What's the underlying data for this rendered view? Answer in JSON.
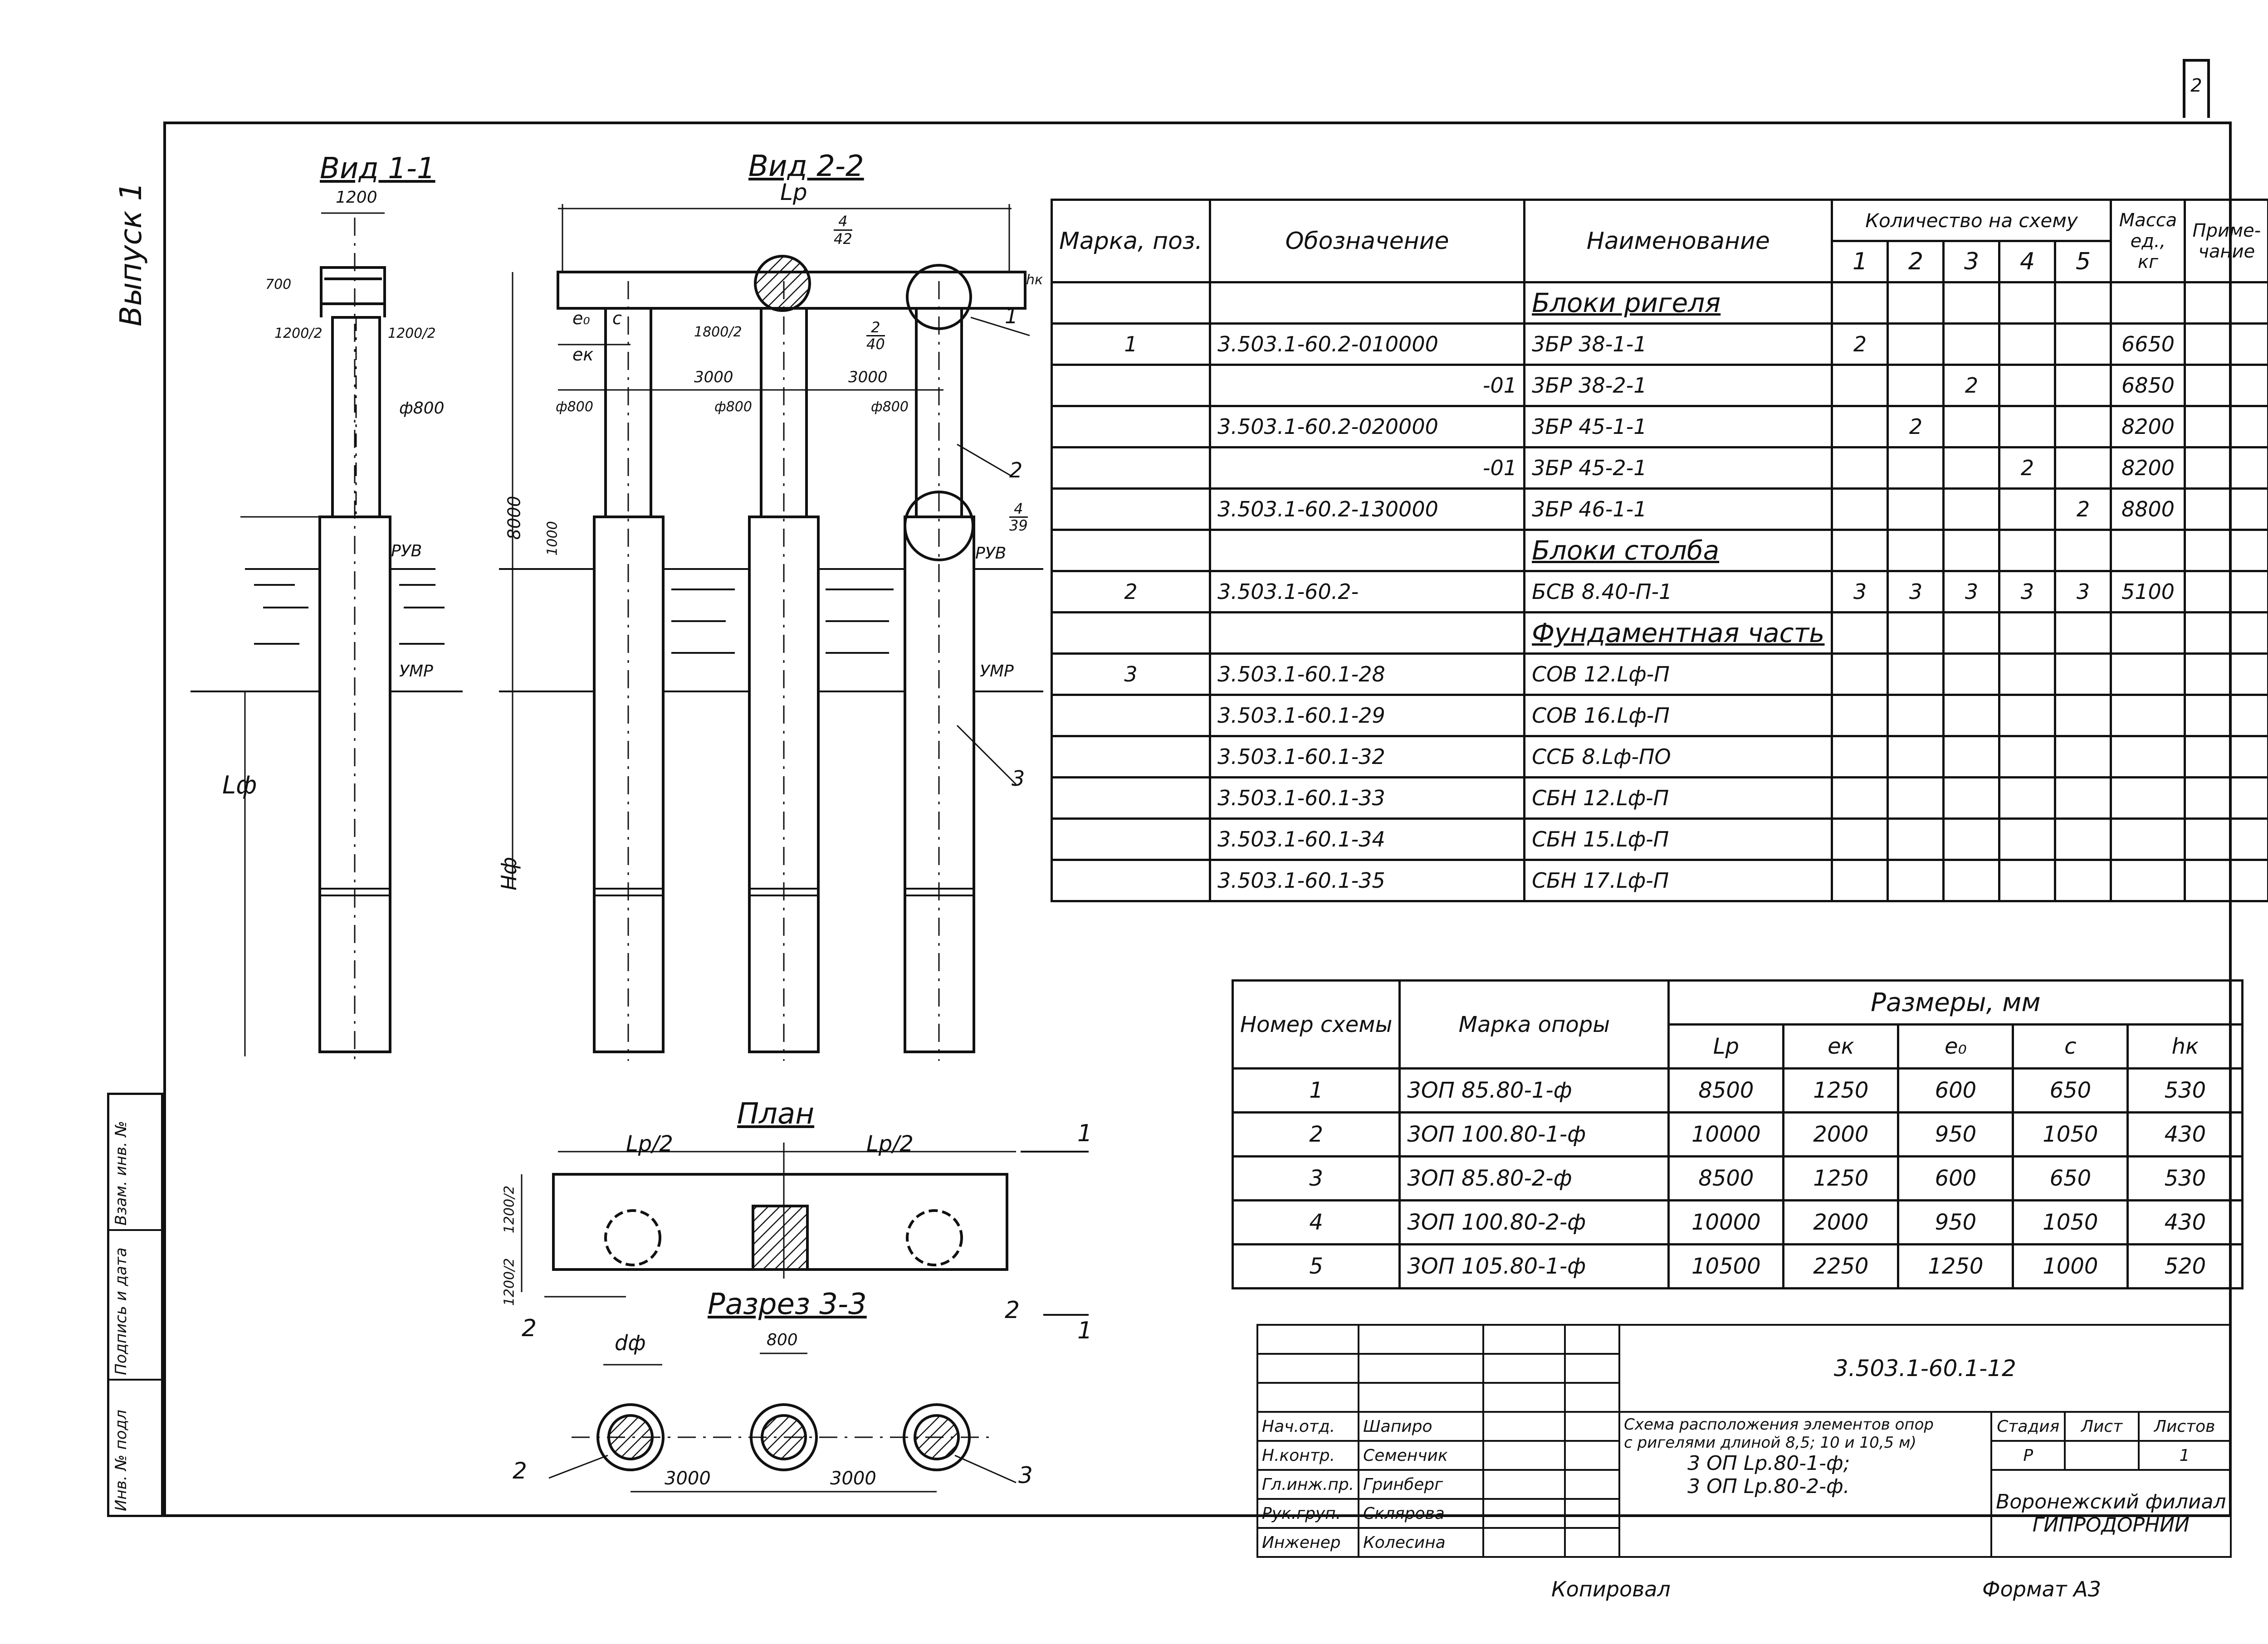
{
  "sheet_mark": "2",
  "vertical_label": "Выпуск 1",
  "side_stamp": [
    "Инв. № подл",
    "Подпись и дата",
    "Взам. инв. №"
  ],
  "view1": {
    "title": "Вид 1-1",
    "width": "1200",
    "h700": "700",
    "left": "1200/2",
    "right": "1200/2",
    "diam": "ф800",
    "ruv": "РУВ",
    "umr": "УМР",
    "lf": "Lф"
  },
  "view2": {
    "title": "Вид 2-2",
    "lp": "Lр",
    "callout_top": [
      "4",
      "42"
    ],
    "hk": "hк",
    "e0": "е₀",
    "c": "с",
    "ek": "ек",
    "d1": "1800/2",
    "call2": [
      "2",
      "40"
    ],
    "s1": "3000",
    "s2": "3000",
    "diam1": "ф800",
    "diam2": "ф800",
    "diam3": "ф800",
    "h8000": "8000",
    "h1000": "1000",
    "ruv": "РУВ",
    "umr": "УМР",
    "hf": "Нф",
    "call_1": "1",
    "call_2": "2",
    "call_3": "3",
    "call_4": [
      "4",
      "39"
    ]
  },
  "plan": {
    "title": "План",
    "lp_half_1": "Lр/2",
    "lp_half_2": "Lр/2",
    "b1": "1200/2",
    "b2": "1200/2",
    "mark1a": "1",
    "mark1b": "1",
    "mark2a": "2",
    "mark2b": "2"
  },
  "section": {
    "title": "Разрез 3-3",
    "dphi": "dф",
    "d800": "800",
    "s1": "3000",
    "s2": "3000",
    "lab2": "2",
    "lab3": "3"
  },
  "spec_table": {
    "h_mark": "Марка, поз.",
    "h_designation": "Обозначение",
    "h_name": "Наименование",
    "h_qty": "Количество на схему",
    "qty_cols": [
      "1",
      "2",
      "3",
      "4",
      "5"
    ],
    "h_mass": "Масса ед., кг",
    "h_note": "Приме-чание",
    "rows": [
      {
        "type": "sub",
        "name": "Блоки ригеля"
      },
      {
        "pos": "1",
        "des": "3.503.1-60.2-010000",
        "name": "3БР 38-1-1",
        "q": [
          "2",
          "",
          "",
          "",
          ""
        ],
        "mass": "6650"
      },
      {
        "pos": "",
        "des": "-01",
        "name": "3БР 38-2-1",
        "q": [
          "",
          "",
          "2",
          "",
          ""
        ],
        "mass": "6850"
      },
      {
        "pos": "",
        "des": "3.503.1-60.2-020000",
        "name": "3БР 45-1-1",
        "q": [
          "",
          "2",
          "",
          "",
          ""
        ],
        "mass": "8200"
      },
      {
        "pos": "",
        "des": "-01",
        "name": "3БР 45-2-1",
        "q": [
          "",
          "",
          "",
          "2",
          ""
        ],
        "mass": "8200"
      },
      {
        "pos": "",
        "des": "3.503.1-60.2-130000",
        "name": "3БР 46-1-1",
        "q": [
          "",
          "",
          "",
          "",
          "2"
        ],
        "mass": "8800"
      },
      {
        "type": "sub",
        "name": "Блоки столба"
      },
      {
        "pos": "2",
        "des": "3.503.1-60.2-",
        "name": "БСВ 8.40-П-1",
        "q": [
          "3",
          "3",
          "3",
          "3",
          "3"
        ],
        "mass": "5100"
      },
      {
        "type": "sub",
        "name": "Фундаментная часть"
      },
      {
        "pos": "3",
        "des": "3.503.1-60.1-28",
        "name": "СОВ 12.Lф-П",
        "q": [
          "",
          "",
          "",
          "",
          ""
        ],
        "mass": ""
      },
      {
        "pos": "",
        "des": "3.503.1-60.1-29",
        "name": "СОВ 16.Lф-П",
        "q": [
          "",
          "",
          "",
          "",
          ""
        ],
        "mass": ""
      },
      {
        "pos": "",
        "des": "3.503.1-60.1-32",
        "name": "ССБ 8.Lф-ПО",
        "q": [
          "",
          "",
          "",
          "",
          ""
        ],
        "mass": ""
      },
      {
        "pos": "",
        "des": "3.503.1-60.1-33",
        "name": "СБН 12.Lф-П",
        "q": [
          "",
          "",
          "",
          "",
          ""
        ],
        "mass": ""
      },
      {
        "pos": "",
        "des": "3.503.1-60.1-34",
        "name": "СБН 15.Lф-П",
        "q": [
          "",
          "",
          "",
          "",
          ""
        ],
        "mass": ""
      },
      {
        "pos": "",
        "des": "3.503.1-60.1-35",
        "name": "СБН 17.Lф-П",
        "q": [
          "",
          "",
          "",
          "",
          ""
        ],
        "mass": ""
      }
    ]
  },
  "dims_table": {
    "h_scheme": "Номер схемы",
    "h_mark": "Марка опоры",
    "h_sizes": "Размеры, мм",
    "cols": [
      "Lр",
      "ек",
      "е₀",
      "с",
      "hк"
    ],
    "rows": [
      {
        "n": "1",
        "mark": "3ОП 85.80-1-ф",
        "v": [
          "8500",
          "1250",
          "600",
          "650",
          "530"
        ]
      },
      {
        "n": "2",
        "mark": "3ОП 100.80-1-ф",
        "v": [
          "10000",
          "2000",
          "950",
          "1050",
          "430"
        ]
      },
      {
        "n": "3",
        "mark": "3ОП 85.80-2-ф",
        "v": [
          "8500",
          "1250",
          "600",
          "650",
          "530"
        ]
      },
      {
        "n": "4",
        "mark": "3ОП 100.80-2-ф",
        "v": [
          "10000",
          "2000",
          "950",
          "1050",
          "430"
        ]
      },
      {
        "n": "5",
        "mark": "3ОП 105.80-1-ф",
        "v": [
          "10500",
          "2250",
          "1250",
          "1000",
          "520"
        ]
      }
    ]
  },
  "stamp": {
    "code": "3.503.1-60.1-12",
    "roles": [
      "Нач.отд.",
      "Н.контр.",
      "Гл.инж.пр.",
      "Рук.груп.",
      "Инженер"
    ],
    "names": [
      "Шапиро",
      "Семенчик",
      "Гринберг",
      "Склярова",
      "Колесина"
    ],
    "title_lines": [
      "Схема расположения элементов опор",
      "с ригелями длиной 8,5; 10 и 10,5 м)",
      "3 ОП Lр.80-1-ф;",
      "3 ОП Lр.80-2-ф."
    ],
    "h_stage": "Стадия",
    "h_sheet": "Лист",
    "h_sheets": "Листов",
    "stage": "Р",
    "sheet": "",
    "sheets": "1",
    "org_1": "Воронежский филиал",
    "org_2": "ГИПРОДОРНИИ"
  },
  "footer": {
    "copied": "Копировал",
    "format": "Формат А3"
  }
}
